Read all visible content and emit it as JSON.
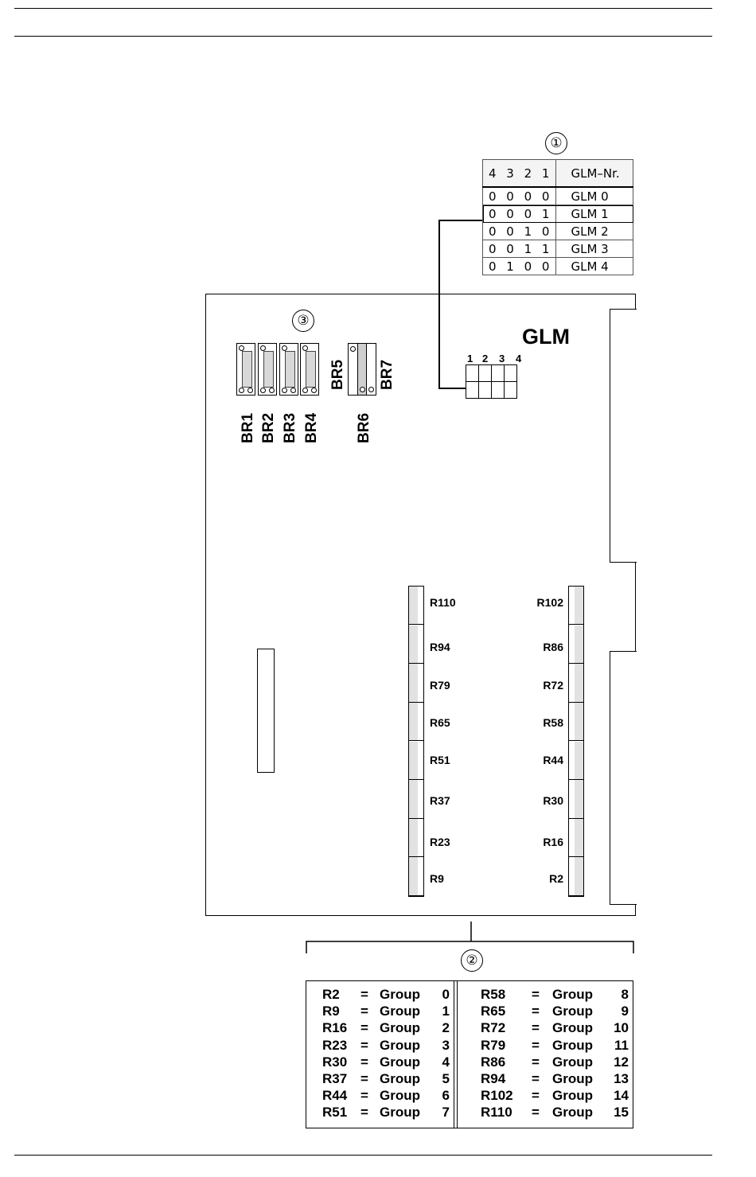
{
  "callouts": {
    "one": "①",
    "two": "②",
    "three": "③"
  },
  "glm_table": {
    "header": {
      "code": "4 3 2 1",
      "name": "GLM–Nr."
    },
    "rows": [
      {
        "code": "0 0 0 0",
        "name": "GLM 0"
      },
      {
        "code": "0 0 0 1",
        "name": "GLM 1"
      },
      {
        "code": "0 0 1 0",
        "name": "GLM 2"
      },
      {
        "code": "0 0 1 1",
        "name": "GLM 3"
      },
      {
        "code": "0 1 0 0",
        "name": "GLM 4"
      }
    ]
  },
  "board": {
    "glm_label": "GLM",
    "dip_numbers": [
      "1",
      "2",
      "3",
      "4"
    ],
    "jumpers_left": [
      "BR1",
      "BR2",
      "BR3",
      "BR4"
    ],
    "jumpers_mid": {
      "br5": "BR5",
      "br6": "BR6",
      "br7": "BR7"
    },
    "r_left": [
      "R110",
      "R94",
      "R79",
      "R65",
      "R51",
      "R37",
      "R23",
      "R9"
    ],
    "r_right": [
      "R102",
      "R86",
      "R72",
      "R58",
      "R44",
      "R30",
      "R16",
      "R2"
    ]
  },
  "group_table": {
    "eq": "=",
    "word": "Group",
    "left": [
      {
        "r": "R2",
        "g": "0"
      },
      {
        "r": "R9",
        "g": "1"
      },
      {
        "r": "R16",
        "g": "2"
      },
      {
        "r": "R23",
        "g": "3"
      },
      {
        "r": "R30",
        "g": "4"
      },
      {
        "r": "R37",
        "g": "5"
      },
      {
        "r": "R44",
        "g": "6"
      },
      {
        "r": "R51",
        "g": "7"
      }
    ],
    "right": [
      {
        "r": "R58",
        "g": "8"
      },
      {
        "r": "R65",
        "g": "9"
      },
      {
        "r": "R72",
        "g": "10"
      },
      {
        "r": "R79",
        "g": "11"
      },
      {
        "r": "R86",
        "g": "12"
      },
      {
        "r": "R94",
        "g": "13"
      },
      {
        "r": "R102",
        "g": "14"
      },
      {
        "r": "R110",
        "g": "15"
      }
    ]
  }
}
